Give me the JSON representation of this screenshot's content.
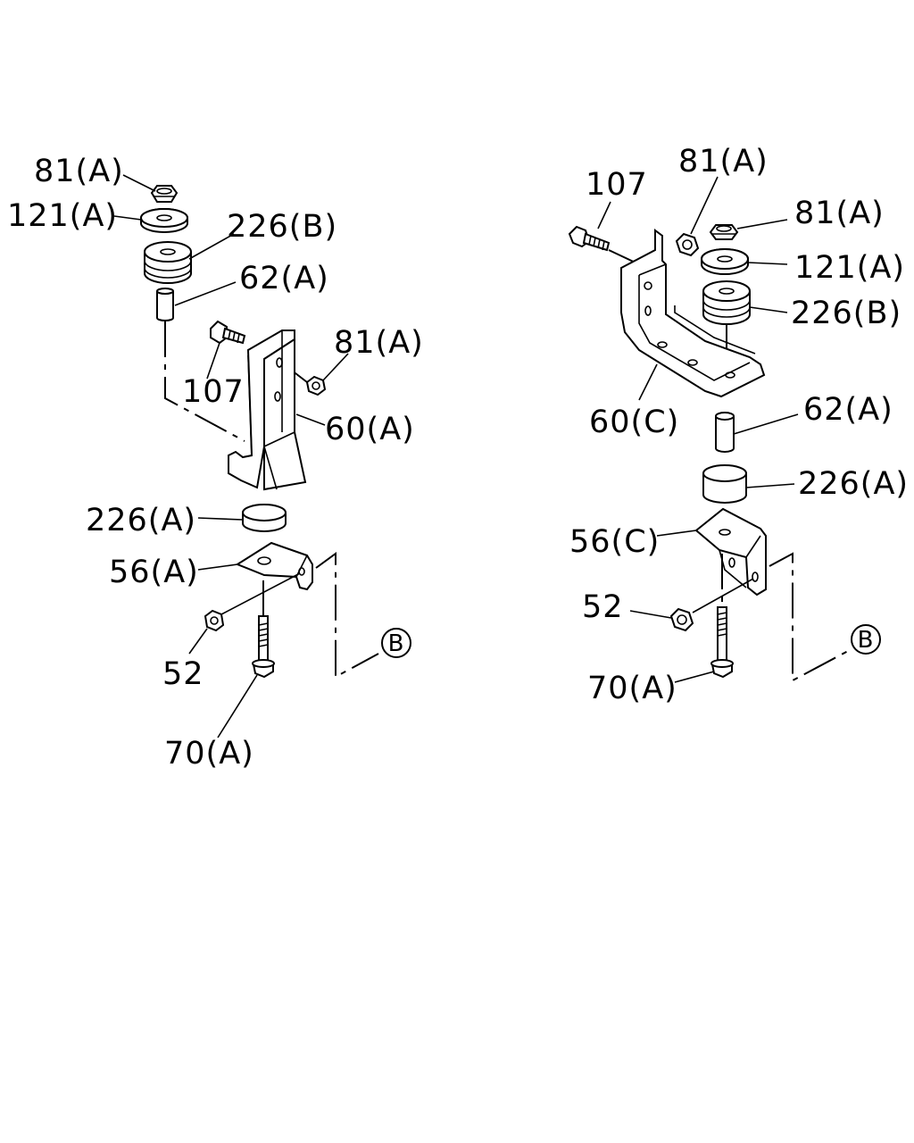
{
  "left_assembly": {
    "labels": {
      "nut_top": "81(A)",
      "washer": "121(A)",
      "rubber_upper": "226(B)",
      "collar": "62(A)",
      "bolt": "107",
      "nut_side": "81(A)",
      "bracket": "60(A)",
      "rubber_lower": "226(A)",
      "bracket_lower": "56(A)",
      "nut_small": "52",
      "bolt_long": "70(A)",
      "ref": "B"
    }
  },
  "right_assembly": {
    "labels": {
      "bolt": "107",
      "nut_bracket": "81(A)",
      "nut_top": "81(A)",
      "washer": "121(A)",
      "rubber_upper": "226(B)",
      "bracket": "60(C)",
      "collar": "62(A)",
      "rubber_lower": "226(A)",
      "bracket_lower": "56(C)",
      "nut_small": "52",
      "bolt_long": "70(A)",
      "ref": "B"
    }
  }
}
